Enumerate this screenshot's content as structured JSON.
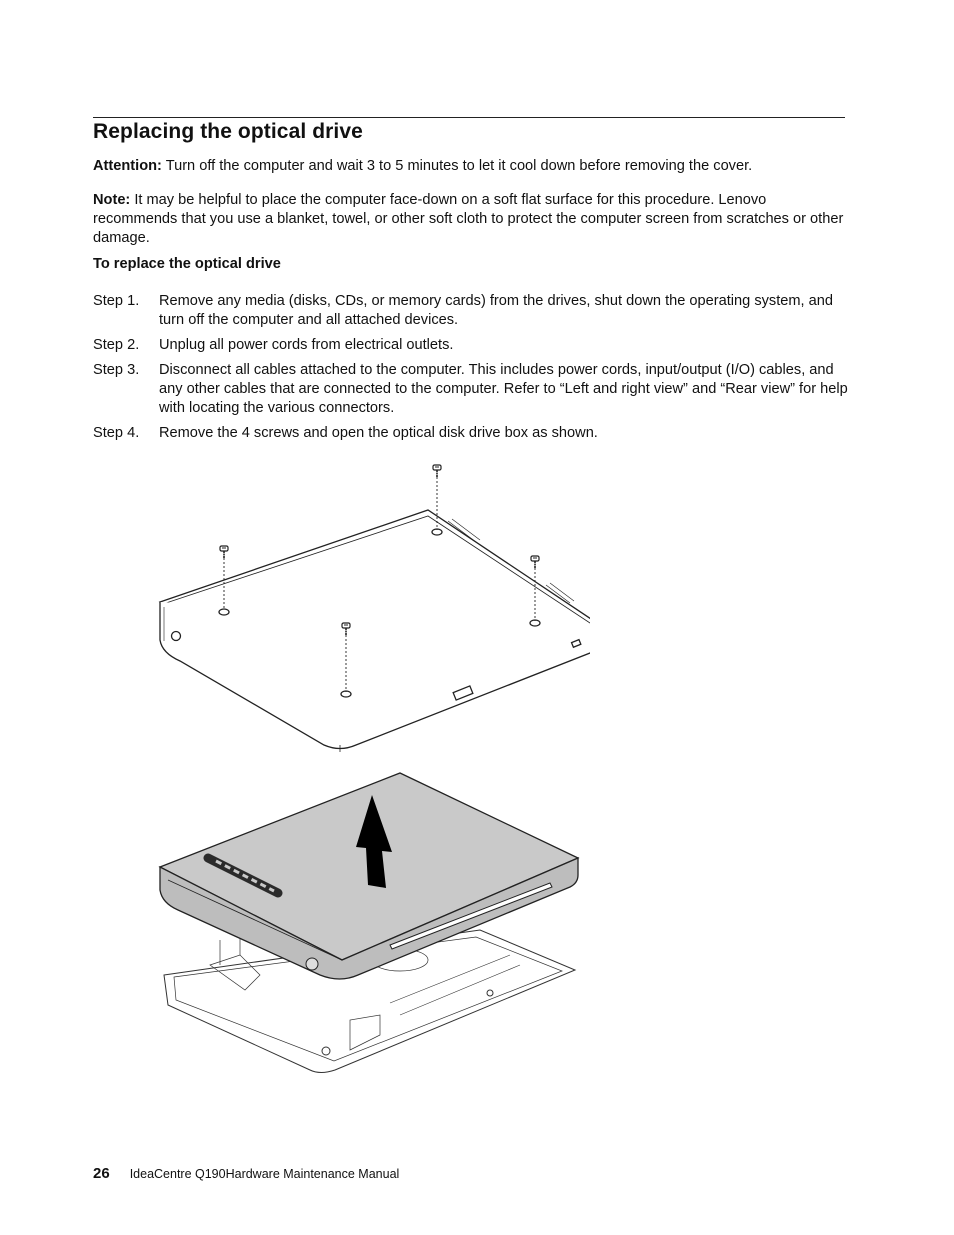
{
  "heading": "Replacing the optical drive",
  "attention": {
    "label": "Attention:",
    "text": "Turn off the computer and wait 3 to 5 minutes to let it cool down before removing the cover."
  },
  "note": {
    "label": "Note:",
    "text": "It may be helpful to place the computer face-down on a soft flat surface for this procedure. Lenovo recommends that you use a blanket, towel, or other soft cloth to protect the computer screen from scratches or other damage."
  },
  "procedure_title": "To replace the optical drive",
  "steps": [
    {
      "label": "Step 1.",
      "text": "Remove any media (disks, CDs, or memory cards) from the drives, shut down the operating system, and turn off the computer and all attached devices."
    },
    {
      "label": "Step 2.",
      "text": "Unplug all power cords from electrical outlets."
    },
    {
      "label": "Step 3.",
      "text": "Disconnect all cables attached to the computer. This includes power cords, input/output (I/O) cables, and any other cables that are connected to the computer. Refer to “Left and right view” and “Rear view” for help with locating the various connectors."
    },
    {
      "label": "Step 4.",
      "text": "Remove the 4 screws and open the optical disk drive box as shown."
    }
  ],
  "figure": {
    "icons": [
      "screw-icon",
      "usb-port-icon",
      "power-button-icon",
      "up-arrow-icon",
      "lenovo-logo-icon"
    ],
    "colors": {
      "lid": "#c9c9c9",
      "arrow": "#000000",
      "line": "#222222"
    }
  },
  "footer": {
    "page_number": "26",
    "manual_title": "IdeaCentre Q190Hardware Maintenance Manual"
  }
}
